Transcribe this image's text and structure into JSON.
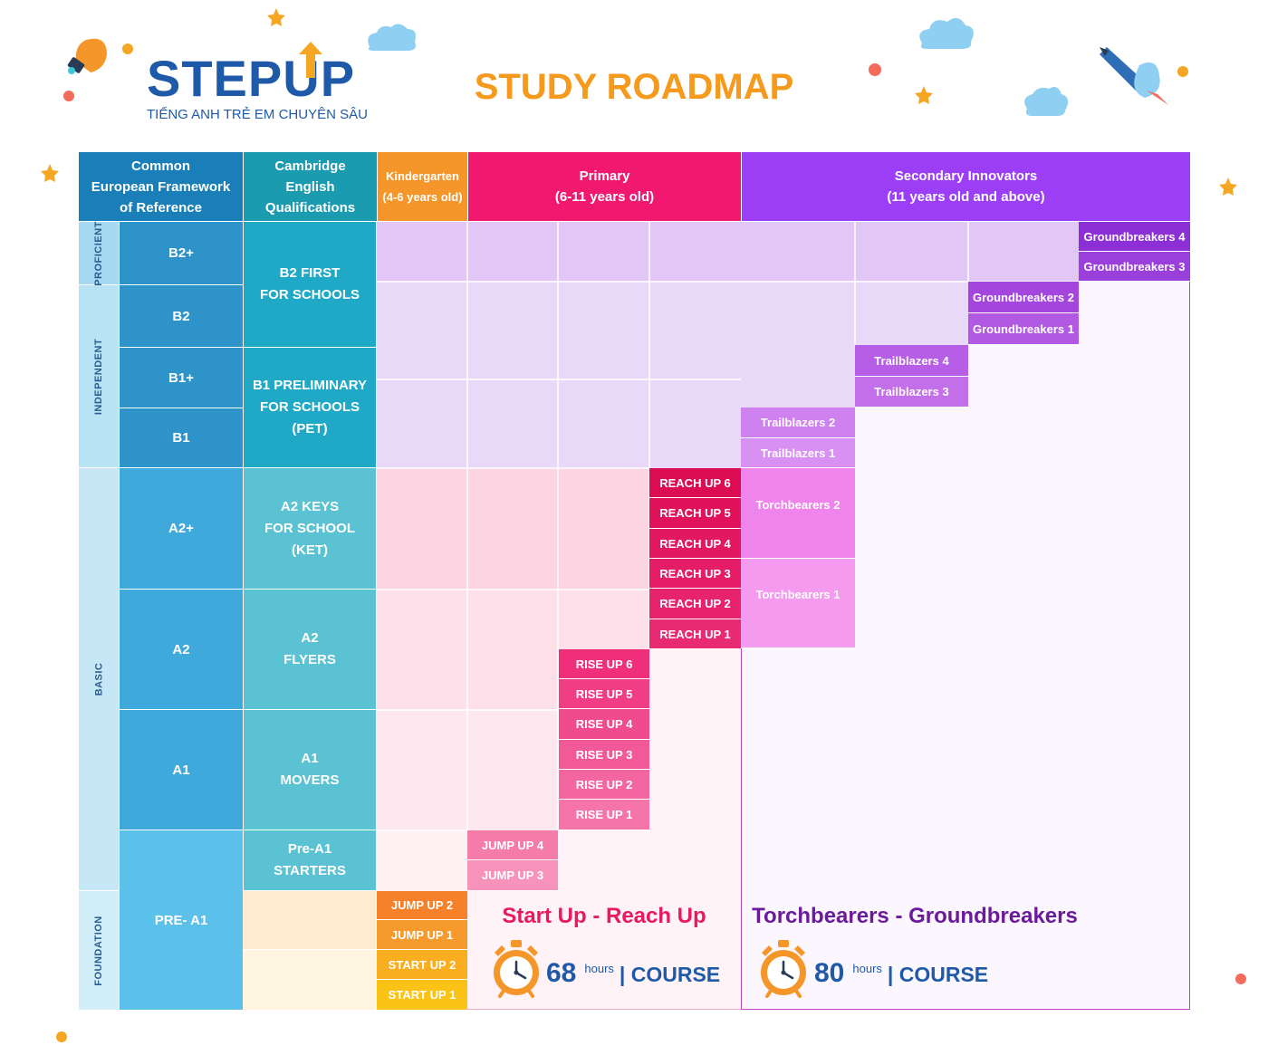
{
  "logo": {
    "brand": "STEPUP",
    "subtitle": "TIẾNG ANH TRẺ EM CHUYÊN SÂU"
  },
  "title": "STUDY ROADMAP",
  "headers": {
    "cefr": "Common\nEuropean Framework\nof Reference",
    "cambridge": "Cambridge\nEnglish\nQualifications",
    "kindergarten": "Kindergarten\n(4-6 years old)",
    "primary": "Primary\n(6-11 years old)",
    "secondary": "Secondary Innovators\n(11 years old and above)"
  },
  "bands": [
    "PROFICIENT",
    "INDEPENDENT",
    "BASIC",
    "FOUNDATION"
  ],
  "cefr_levels": [
    "B2+",
    "B2",
    "B1+",
    "B1",
    "A2+",
    "A2",
    "A1",
    "PRE- A1"
  ],
  "cambridge_exams": [
    "B2 FIRST\nFOR SCHOOLS",
    "B1 PRELIMINARY\nFOR SCHOOLS\n(PET)",
    "A2 KEYS\nFOR SCHOOL\n(KET)",
    "A2\nFLYERS",
    "A1\nMOVERS",
    "Pre-A1\nSTARTERS"
  ],
  "courses": {
    "start_jump": [
      "JUMP UP 2",
      "JUMP UP 1",
      "START UP 2",
      "START UP 1"
    ],
    "jump_high": [
      "JUMP UP 4",
      "JUMP UP 3"
    ],
    "rise": [
      "RISE UP 6",
      "RISE UP 5",
      "RISE UP 4",
      "RISE UP 3",
      "RISE UP 2",
      "RISE UP 1"
    ],
    "reach": [
      "REACH UP 6",
      "REACH UP 5",
      "REACH UP 4",
      "REACH UP 3",
      "REACH UP 2",
      "REACH UP 1"
    ],
    "torchbearers": [
      "Torchbearers 2",
      "Torchbearers 1"
    ],
    "trailblazers": [
      "Trailblazers 4",
      "Trailblazers 3",
      "Trailblazers 2",
      "Trailblazers 1"
    ],
    "groundbreakers": [
      "Groundbreakers 4",
      "Groundbreakers 3",
      "Groundbreakers 2",
      "Groundbreakers 1"
    ]
  },
  "programs": {
    "primary": {
      "name": "Start Up - Reach Up",
      "hours": "68",
      "unit": "hours",
      "suffix": "| COURSE",
      "color": "#e8195f"
    },
    "secondary": {
      "name": "Torchbearers - Groundbreakers",
      "hours": "80",
      "unit": "hours",
      "suffix": "| COURSE",
      "color": "#6a1b9a"
    }
  },
  "icons": [
    "lightbulb-icon",
    "star-icon",
    "cloud-icon",
    "rocket-icon",
    "alarm-clock-icon"
  ]
}
